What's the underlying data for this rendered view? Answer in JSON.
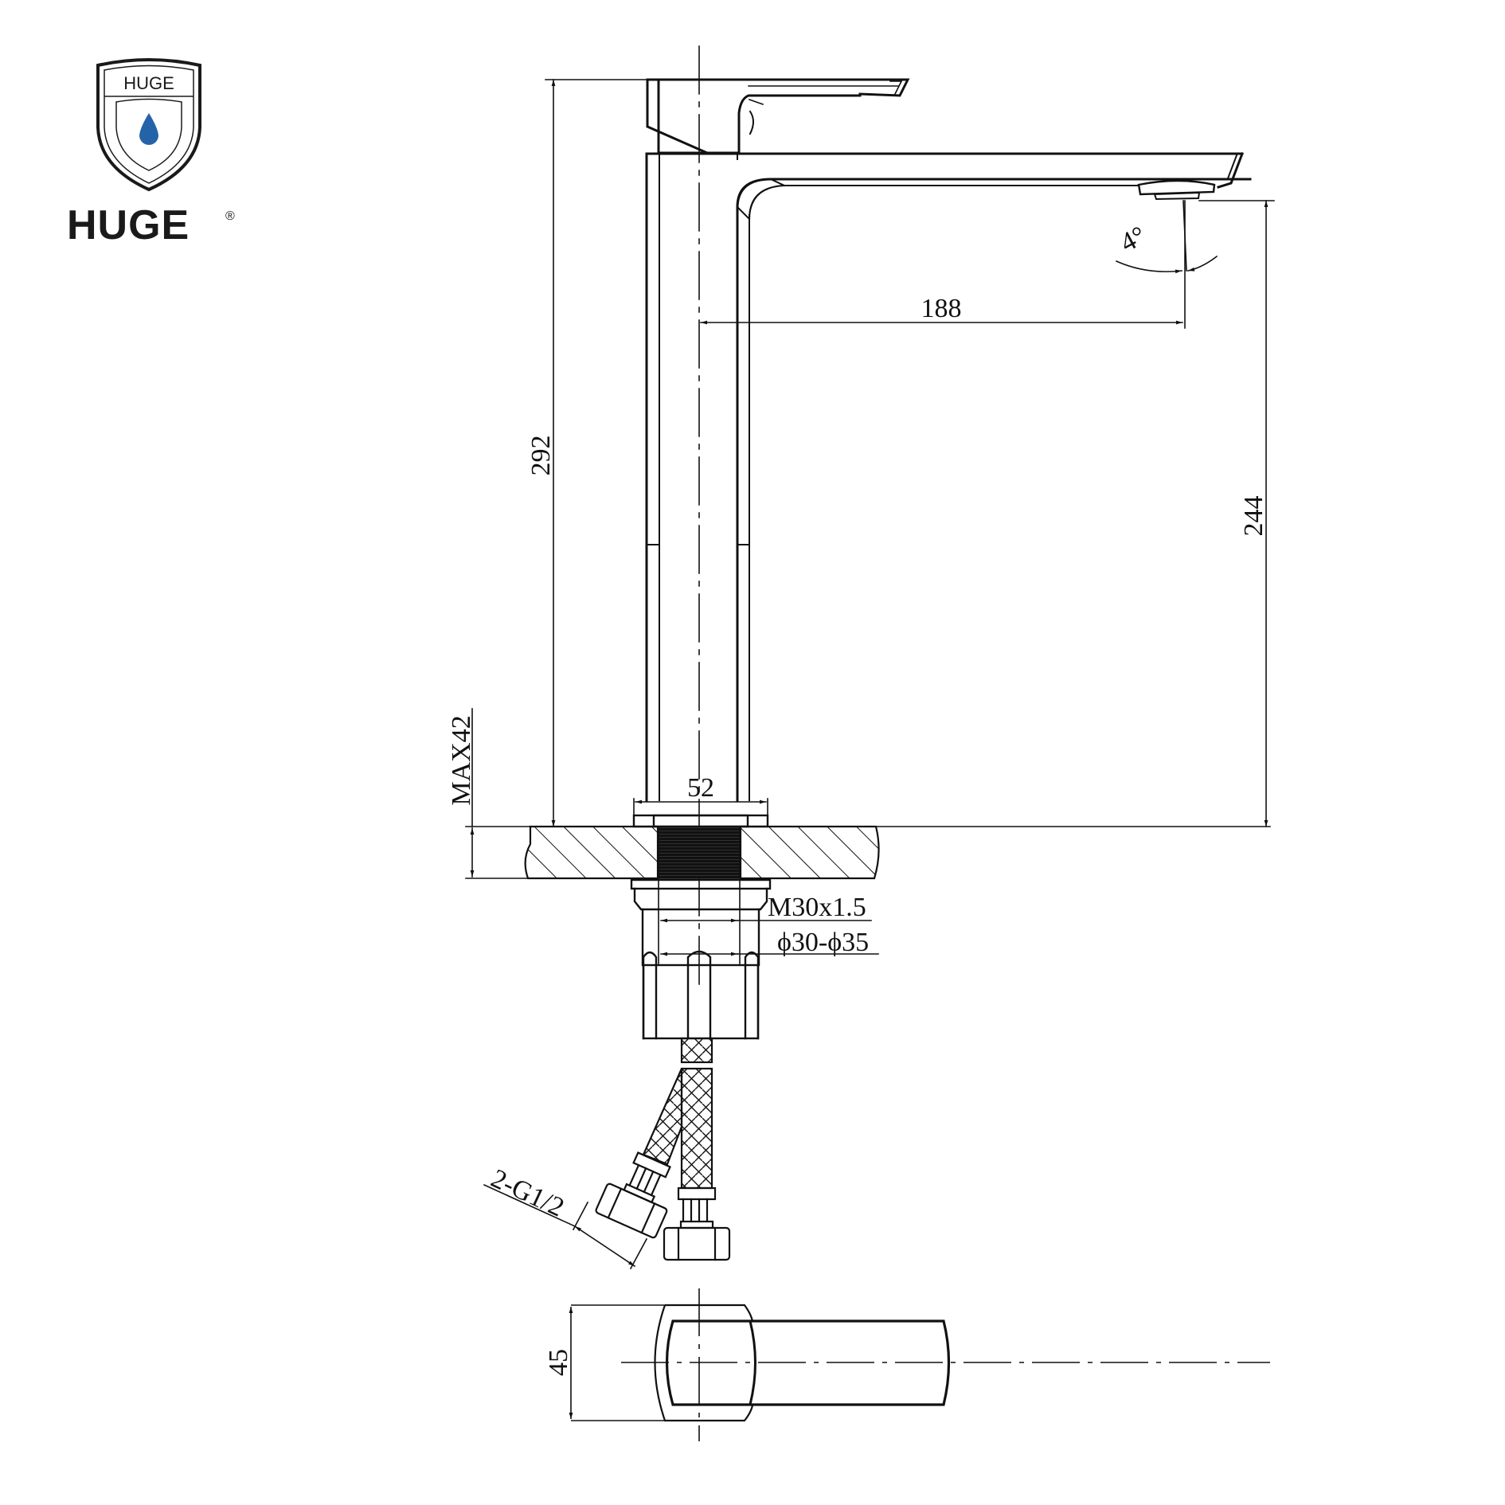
{
  "brand": {
    "shield_text": "HUGE",
    "wordmark": "HUGE",
    "registered_mark": "®",
    "drop_color": "#2563a8",
    "ink_color": "#1a1a1a"
  },
  "drawing": {
    "subject": "Tall basin mixer faucet – technical dimension drawing",
    "views": [
      "front elevation",
      "plan (top) view"
    ],
    "line_color": "#111111"
  },
  "dimensions": {
    "overall_height": "292",
    "spout_height": "244",
    "spout_reach": "188",
    "spout_angle": "4°",
    "base_diameter": "52",
    "max_counter_thickness": "MAX42",
    "thread": "M30x1.5",
    "hole_diameter": "ϕ30-ϕ35",
    "hose_connection": "2-G1/2",
    "body_width_plan": "45"
  }
}
